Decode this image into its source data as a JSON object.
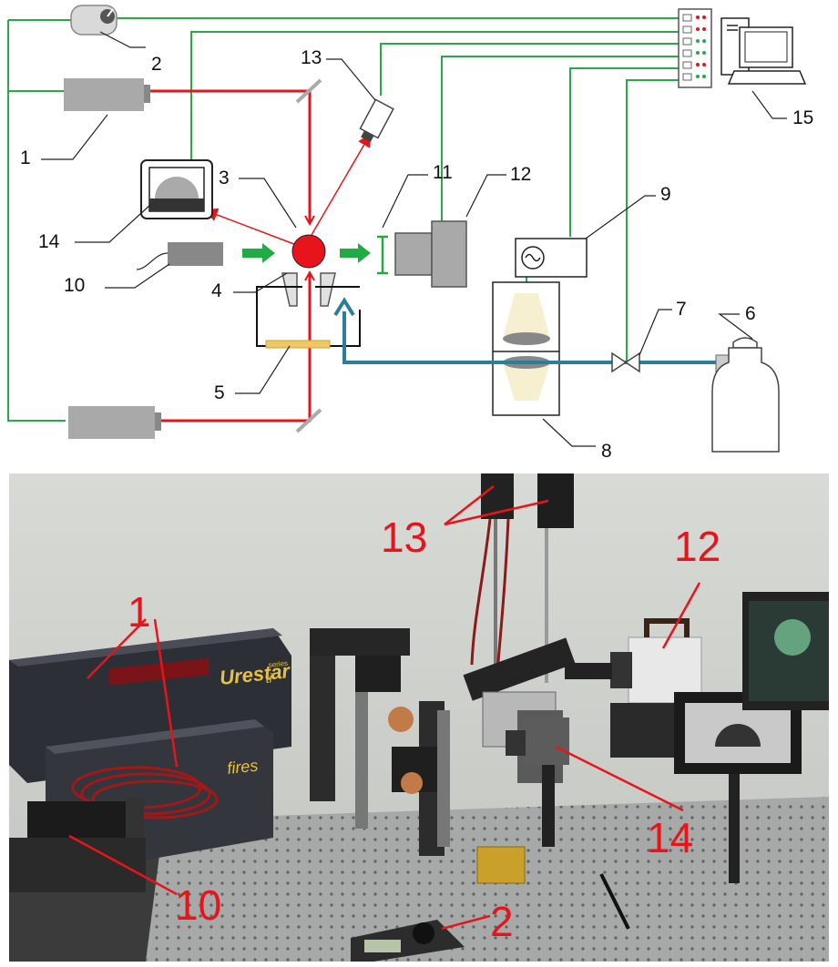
{
  "diagram": {
    "labels": [
      "1",
      "2",
      "3",
      "4",
      "5",
      "6",
      "7",
      "8",
      "9",
      "10",
      "11",
      "12",
      "13",
      "14",
      "15"
    ]
  },
  "photo": {
    "callouts": [
      "1",
      "13",
      "12",
      "14",
      "10",
      "2"
    ],
    "laser_brand_1": "Urestar",
    "laser_brand_series": "series",
    "laser_brand_ti": "ti",
    "laser_brand_2": "fires"
  },
  "colors": {
    "laser_beam": "#e8141b",
    "signal_wire": "#2aa84a",
    "gas_pipe": "#2a7f98",
    "droplet": "#e8141b",
    "arrow_green": "#22aa44"
  }
}
